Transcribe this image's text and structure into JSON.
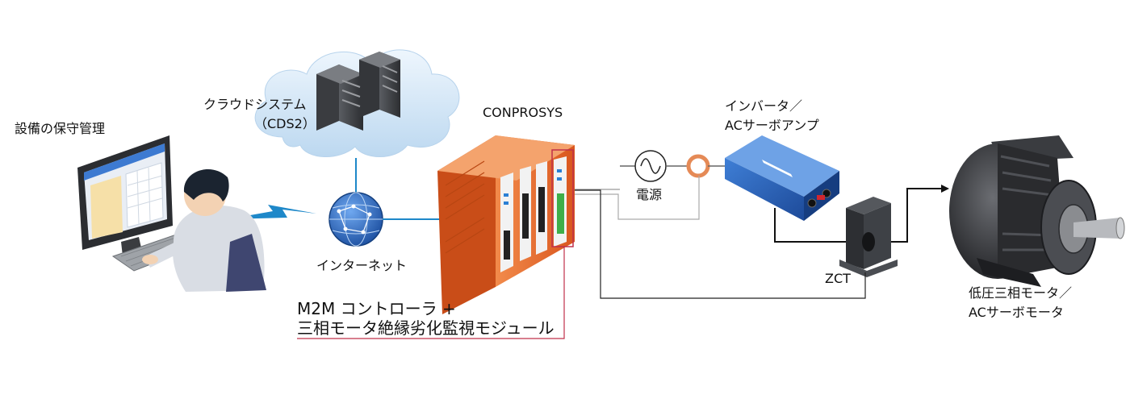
{
  "labels": {
    "maintenance": "設備の保守管理",
    "cloud_line1": "クラウドシステム",
    "cloud_line2": "（CDS2）",
    "internet": "インターネット",
    "controller": "CONPROSYS",
    "power": "電源",
    "inverter_line1": "インバータ／",
    "inverter_line2": "ACサーボアンプ",
    "zct": "ZCT",
    "motor_line1": "低圧三相モータ／",
    "motor_line2": "ACサーボモータ",
    "module_line1": "M2M コントローラ +",
    "module_line2": "三相モータ絶縁劣化監視モジュール"
  },
  "colors": {
    "controller_orange": "#e8672a",
    "cloud_blue": "#d4e7f6",
    "globe_blue": "#2b6cc4",
    "inverter_blue": "#2a5fb5",
    "link_blue": "#1e88c9",
    "callout_red": "#c0304a",
    "motor_dark": "#2f3033"
  }
}
